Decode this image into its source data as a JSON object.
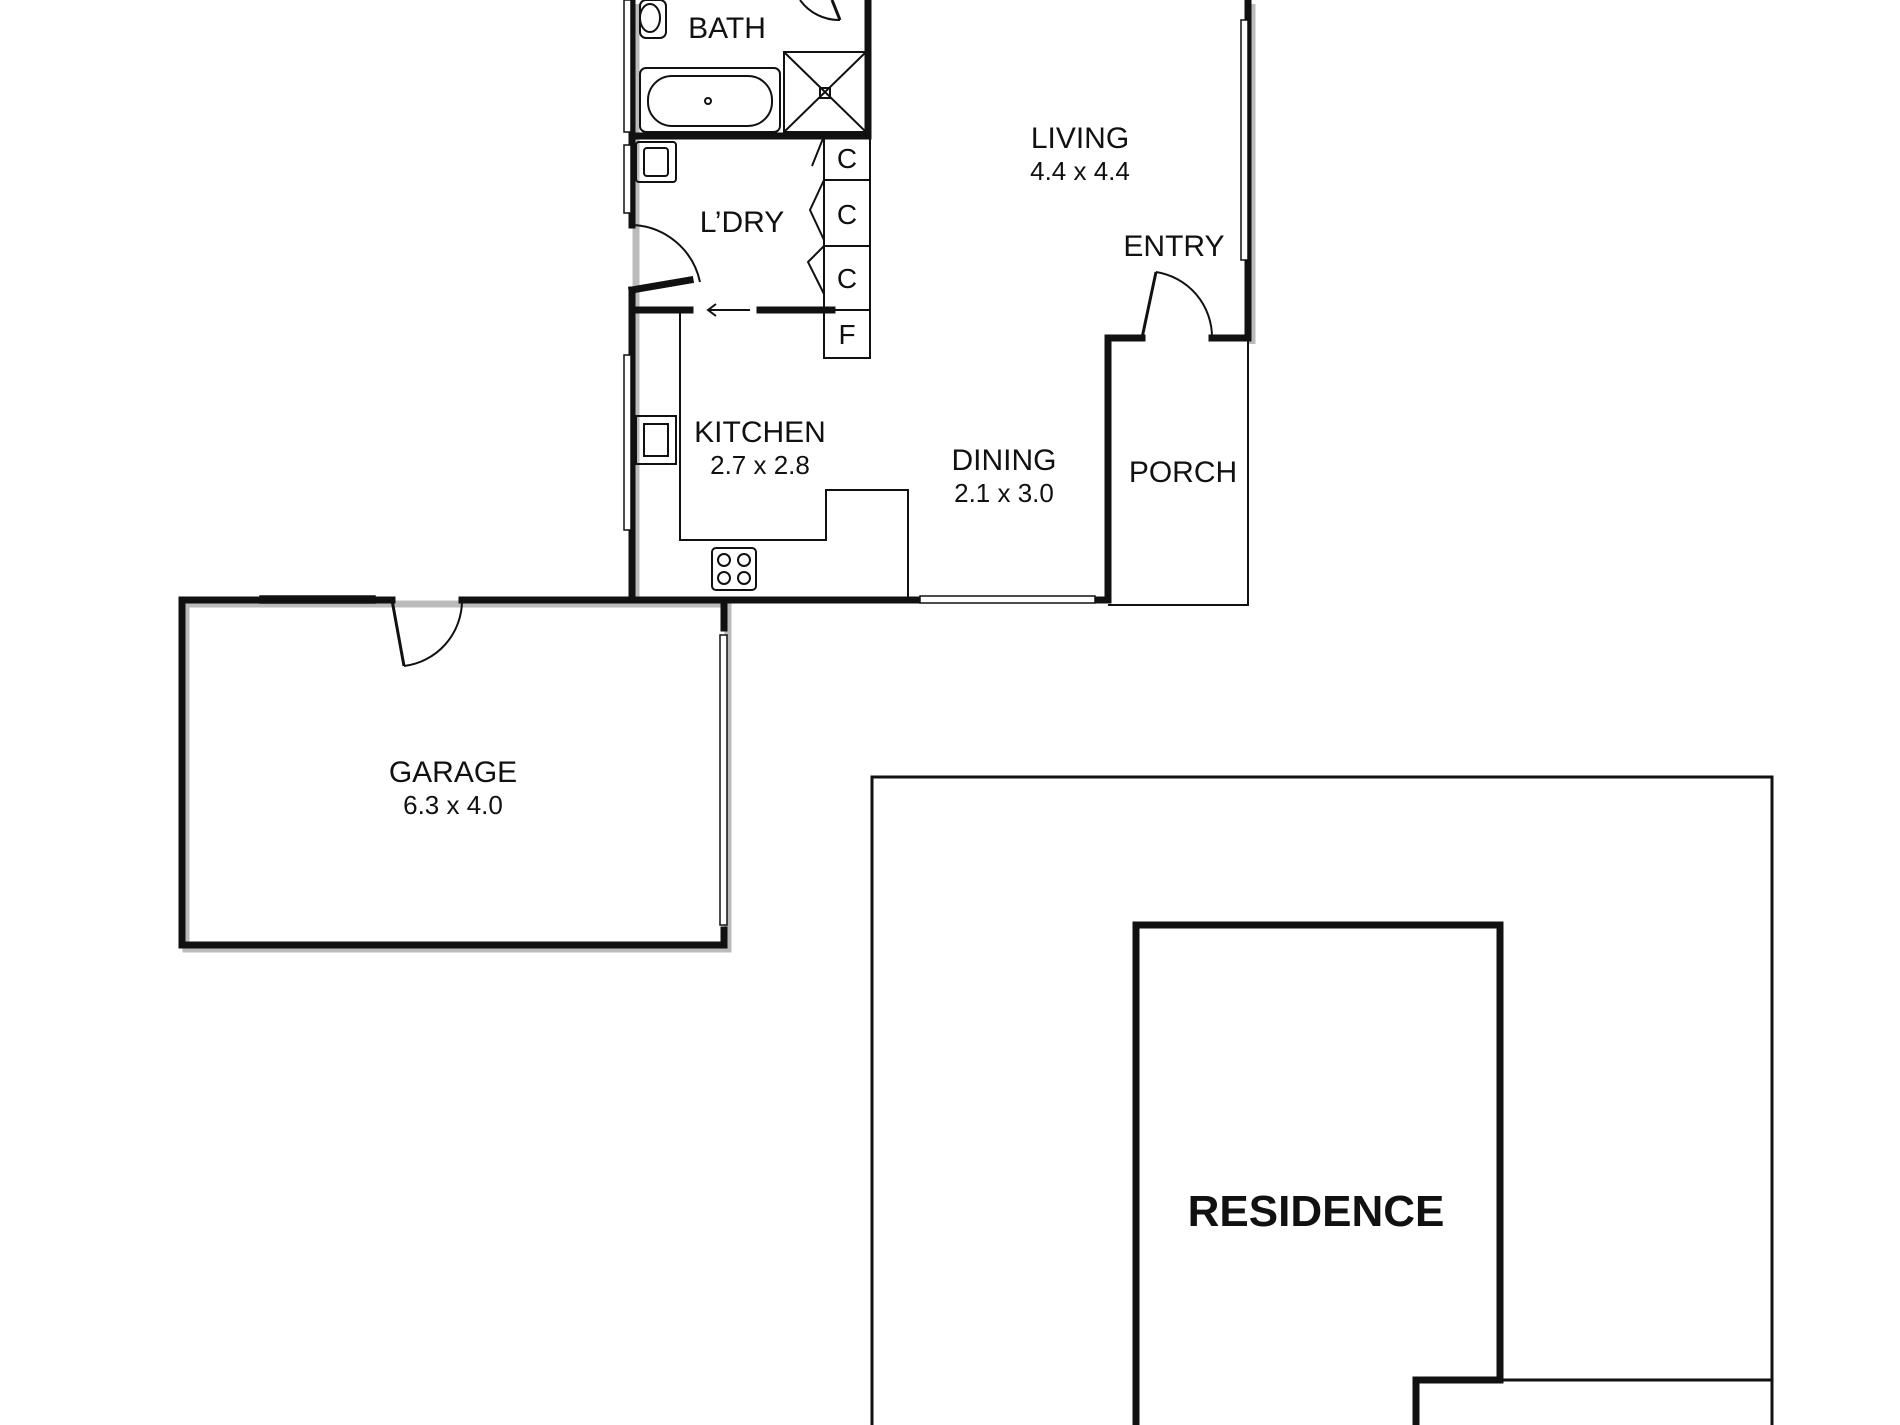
{
  "rooms": {
    "bath": {
      "name": "BATH"
    },
    "living": {
      "name": "LIVING",
      "dims": "4.4 x 4.4"
    },
    "laundry": {
      "name": "L’DRY"
    },
    "entry": {
      "name": "ENTRY"
    },
    "kitchen": {
      "name": "KITCHEN",
      "dims": "2.7 x 2.8"
    },
    "dining": {
      "name": "DINING",
      "dims": "2.1 x 3.0"
    },
    "porch": {
      "name": "PORCH"
    },
    "garage": {
      "name": "GARAGE",
      "dims": "6.3 x 4.0"
    },
    "residence": {
      "name": "RESIDENCE"
    }
  },
  "cupboards": [
    {
      "label": "C"
    },
    {
      "label": "C"
    },
    {
      "label": "C"
    },
    {
      "label": "F"
    }
  ]
}
